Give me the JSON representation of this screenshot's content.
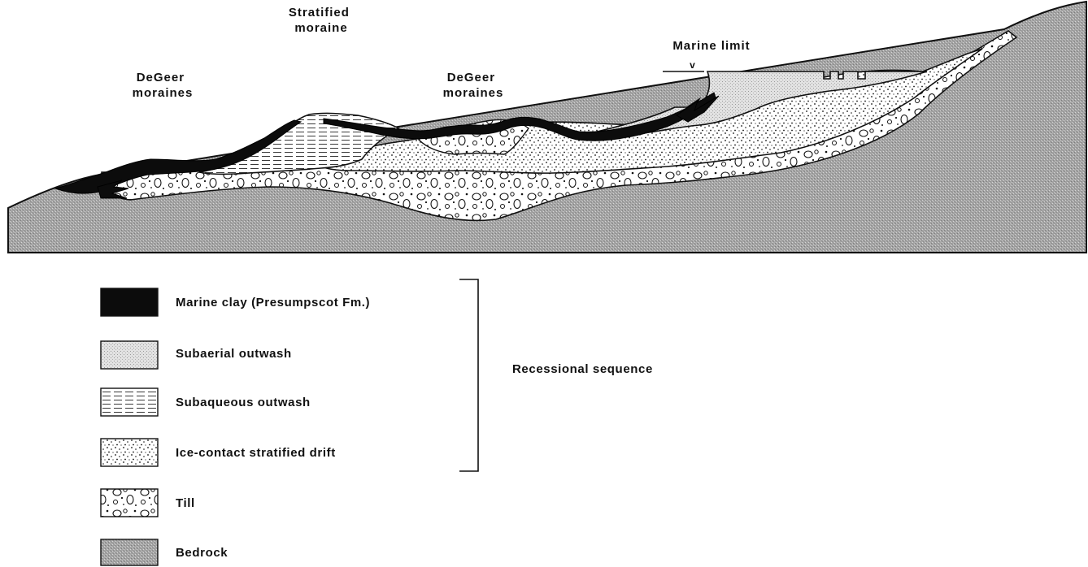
{
  "cross_section": {
    "labels": {
      "degeer_left": [
        "DeGeer",
        "moraines"
      ],
      "stratified_moraine": [
        "Stratified",
        "moraine"
      ],
      "degeer_center": [
        "DeGeer",
        "moraines"
      ],
      "marine_limit": "Marine limit",
      "marine_limit_symbol": "v"
    }
  },
  "legend": {
    "items": [
      {
        "key": "marine_clay",
        "label": "Marine clay (Presumpscot Fm.)"
      },
      {
        "key": "subaerial_outwash",
        "label": "Subaerial outwash"
      },
      {
        "key": "subaqueous_outwash",
        "label": "Subaqueous outwash"
      },
      {
        "key": "ice_contact_drift",
        "label": "Ice-contact stratified drift"
      },
      {
        "key": "till",
        "label": "Till"
      },
      {
        "key": "bedrock",
        "label": "Bedrock"
      }
    ],
    "bracket_label": "Recessional sequence"
  }
}
